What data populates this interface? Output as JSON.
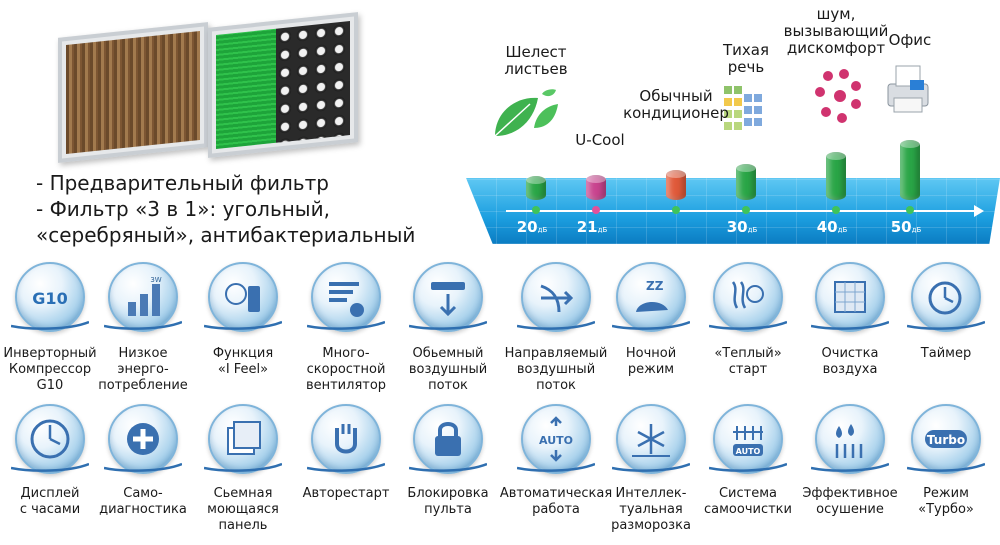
{
  "filter_text": {
    "line1": "- Предварительный фильтр",
    "line2": "- Фильтр «3 в 1»: угольный,",
    "line3": "«серебряный», антибактериальный"
  },
  "noise_scale": {
    "levels": [
      {
        "label": [
          "Шелест",
          "листьев"
        ],
        "value": 20,
        "tick": "20",
        "color": "#2aa647"
      },
      {
        "label": [
          "U-Cool"
        ],
        "value": 21,
        "tick": "21",
        "color": "#c9448f"
      },
      {
        "label": [
          "Обычный",
          "кондиционер"
        ],
        "value": 25,
        "tick": "",
        "color": "#e05a3a"
      },
      {
        "label": [
          "Тихая",
          "речь"
        ],
        "value": 30,
        "tick": "30",
        "color": "#2aa647"
      },
      {
        "label": [
          "шум,",
          "вызывающий",
          "дискомфорт"
        ],
        "value": 40,
        "tick": "40",
        "color": "#2aa647"
      },
      {
        "label": [
          "Офис"
        ],
        "value": 50,
        "tick": "50",
        "color": "#2aa647"
      }
    ],
    "unit": "дБ"
  },
  "features_row1": [
    {
      "label": [
        "Инверторный",
        "Компрессор",
        "G10"
      ],
      "icon": "g10-icon",
      "icon_text": "G10"
    },
    {
      "label": [
        "Низкое",
        "энерго-",
        "потребление"
      ],
      "icon": "energy-bars-icon",
      "icon_text": "3W"
    },
    {
      "label": [
        "Функция",
        "«I Feel»"
      ],
      "icon": "i-feel-icon",
      "icon_text": ""
    },
    {
      "label": [
        "Много-",
        "скоростной",
        "вентилятор"
      ],
      "icon": "fan-speed-icon",
      "icon_text": ""
    },
    {
      "label": [
        "Обьемный",
        "воздушный",
        "поток"
      ],
      "icon": "volume-airflow-icon",
      "icon_text": ""
    },
    {
      "label": [
        "Направляемый",
        "воздушный",
        "поток"
      ],
      "icon": "directed-airflow-icon",
      "icon_text": ""
    },
    {
      "label": [
        "Ночной",
        "режим"
      ],
      "icon": "night-mode-icon",
      "icon_text": "ZZ"
    },
    {
      "label": [
        "«Теплый»",
        "старт"
      ],
      "icon": "warm-start-icon",
      "icon_text": ""
    },
    {
      "label": [
        "Очистка",
        "воздуха"
      ],
      "icon": "air-purify-icon",
      "icon_text": ""
    },
    {
      "label": [
        "Таймер"
      ],
      "icon": "timer-icon",
      "icon_text": ""
    }
  ],
  "features_row2": [
    {
      "label": [
        "Дисплей",
        "с часами"
      ],
      "icon": "clock-icon",
      "icon_text": ""
    },
    {
      "label": [
        "Само-",
        "диагностика"
      ],
      "icon": "self-diagnosis-icon",
      "icon_text": ""
    },
    {
      "label": [
        "Сьемная",
        "моющаяся",
        "панель"
      ],
      "icon": "removable-panel-icon",
      "icon_text": ""
    },
    {
      "label": [
        "Авторестарт"
      ],
      "icon": "auto-restart-icon",
      "icon_text": ""
    },
    {
      "label": [
        "Блокировка",
        "пульта"
      ],
      "icon": "lock-icon",
      "icon_text": ""
    },
    {
      "label": [
        "Автоматическая",
        "работа"
      ],
      "icon": "auto-mode-icon",
      "icon_text": "AUTO"
    },
    {
      "label": [
        "Интеллек-",
        "туальная",
        "разморозка"
      ],
      "icon": "defrost-icon",
      "icon_text": ""
    },
    {
      "label": [
        "Система",
        "самоочистки"
      ],
      "icon": "self-clean-icon",
      "icon_text": "AUTO"
    },
    {
      "label": [
        "Эффективное",
        "осушение"
      ],
      "icon": "dehumidify-icon",
      "icon_text": ""
    },
    {
      "label": [
        "Режим",
        "«Турбо»"
      ],
      "icon": "turbo-icon",
      "icon_text": "Turbo"
    }
  ]
}
